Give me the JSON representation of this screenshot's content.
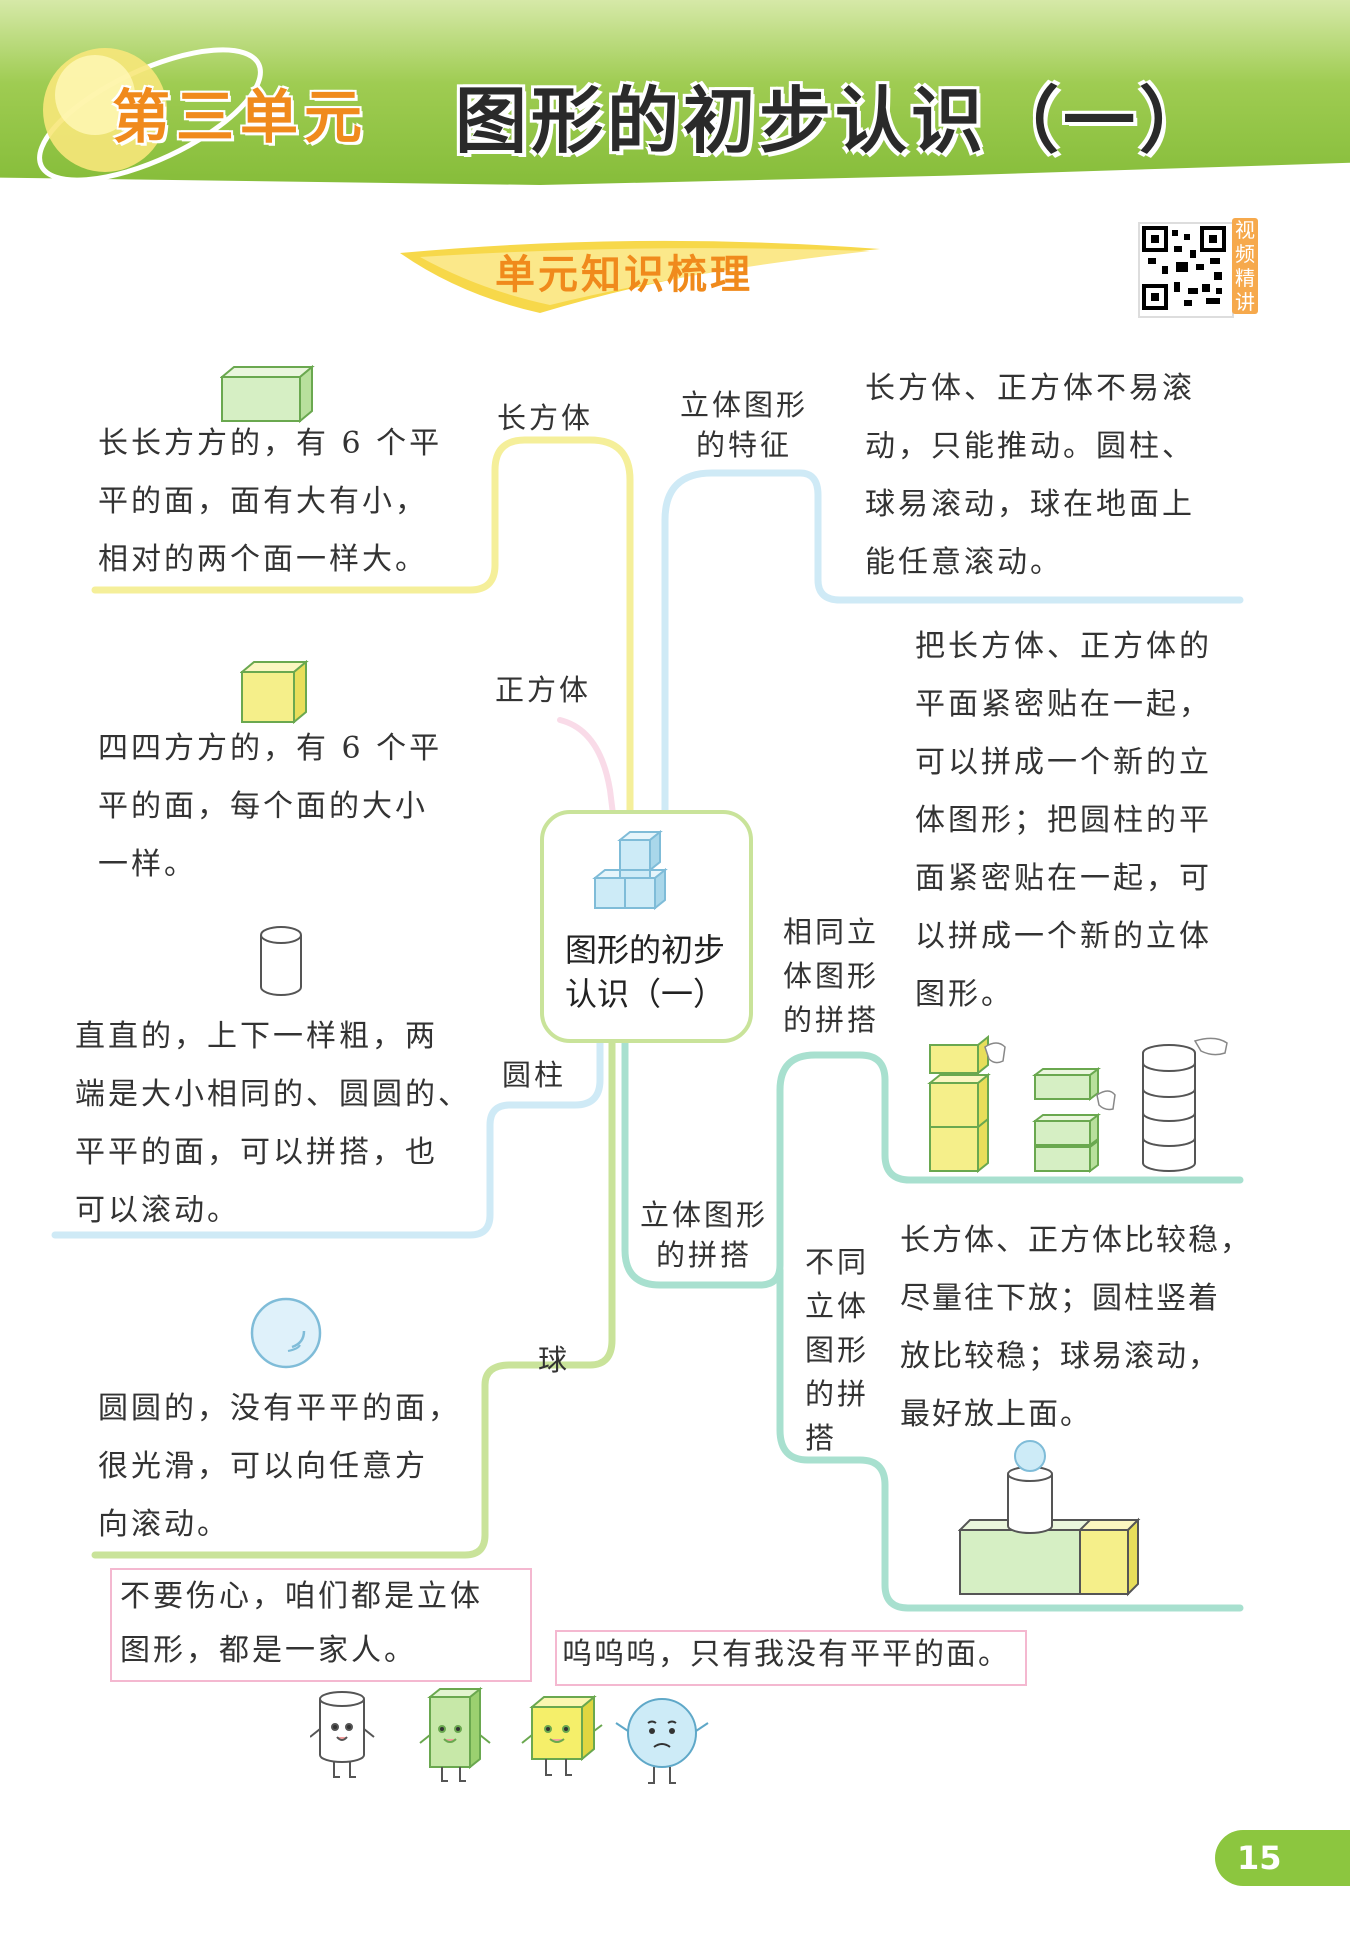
{
  "header": {
    "unit_label": "第三单元",
    "unit_title": "图形的初步认识（一）",
    "section_title": "单元知识梳理",
    "qr_label": "视频精讲"
  },
  "center": {
    "title": "图形的初步认识（一）"
  },
  "left": {
    "cuboid": {
      "label": "长方体",
      "lines": [
        "长长方方的，有 6 个平",
        "平的面，面有大有小，",
        "相对的两个面一样大。"
      ]
    },
    "cube": {
      "label": "正方体",
      "lines": [
        "四四方方的，有 6 个平",
        "平的面，每个面的大小",
        "一样。"
      ]
    },
    "cylinder": {
      "label": "圆柱",
      "lines": [
        "直直的，上下一样粗，两",
        "端是大小相同的、圆圆的、",
        "平平的面，可以拼搭，也",
        "可以滚动。"
      ]
    },
    "sphere": {
      "label": "球",
      "lines": [
        "圆圆的，没有平平的面，",
        "很光滑，可以向任意方",
        "向滚动。"
      ]
    }
  },
  "right": {
    "features": {
      "label_lines": [
        "立体图形",
        "的特征"
      ],
      "lines": [
        "长方体、正方体不易滚",
        "动，只能推动。圆柱、",
        "球易滚动，球在地面上",
        "能任意滚动。"
      ]
    },
    "stacking": {
      "label_lines": [
        "立体图形",
        "的拼搭"
      ],
      "same": {
        "label_lines": [
          "相同立",
          "体图形",
          "的拼搭"
        ],
        "lines": [
          "把长方体、正方体的",
          "平面紧密贴在一起，",
          "可以拼成一个新的立",
          "体图形；把圆柱的平",
          "面紧密贴在一起，可",
          "以拼成一个新的立体",
          "图形。"
        ]
      },
      "different": {
        "label_lines": [
          "不同",
          "立体",
          "图形",
          "的拼",
          "搭"
        ],
        "lines": [
          "长方体、正方体比较稳，",
          "尽量往下放；圆柱竖着",
          "放比较稳；球易滚动，",
          "最好放上面。"
        ]
      }
    }
  },
  "speech": {
    "bubble1_lines": [
      "不要伤心，咱们都是立体",
      "图形，都是一家人。"
    ],
    "bubble2": "呜呜呜，只有我没有平平的面。"
  },
  "page_number": "15",
  "colors": {
    "green": "#8cc63f",
    "orange": "#f08a1c",
    "yellow": "#f5ef9a",
    "blue": "#cfeaf6",
    "pink": "#f4b8d0"
  }
}
